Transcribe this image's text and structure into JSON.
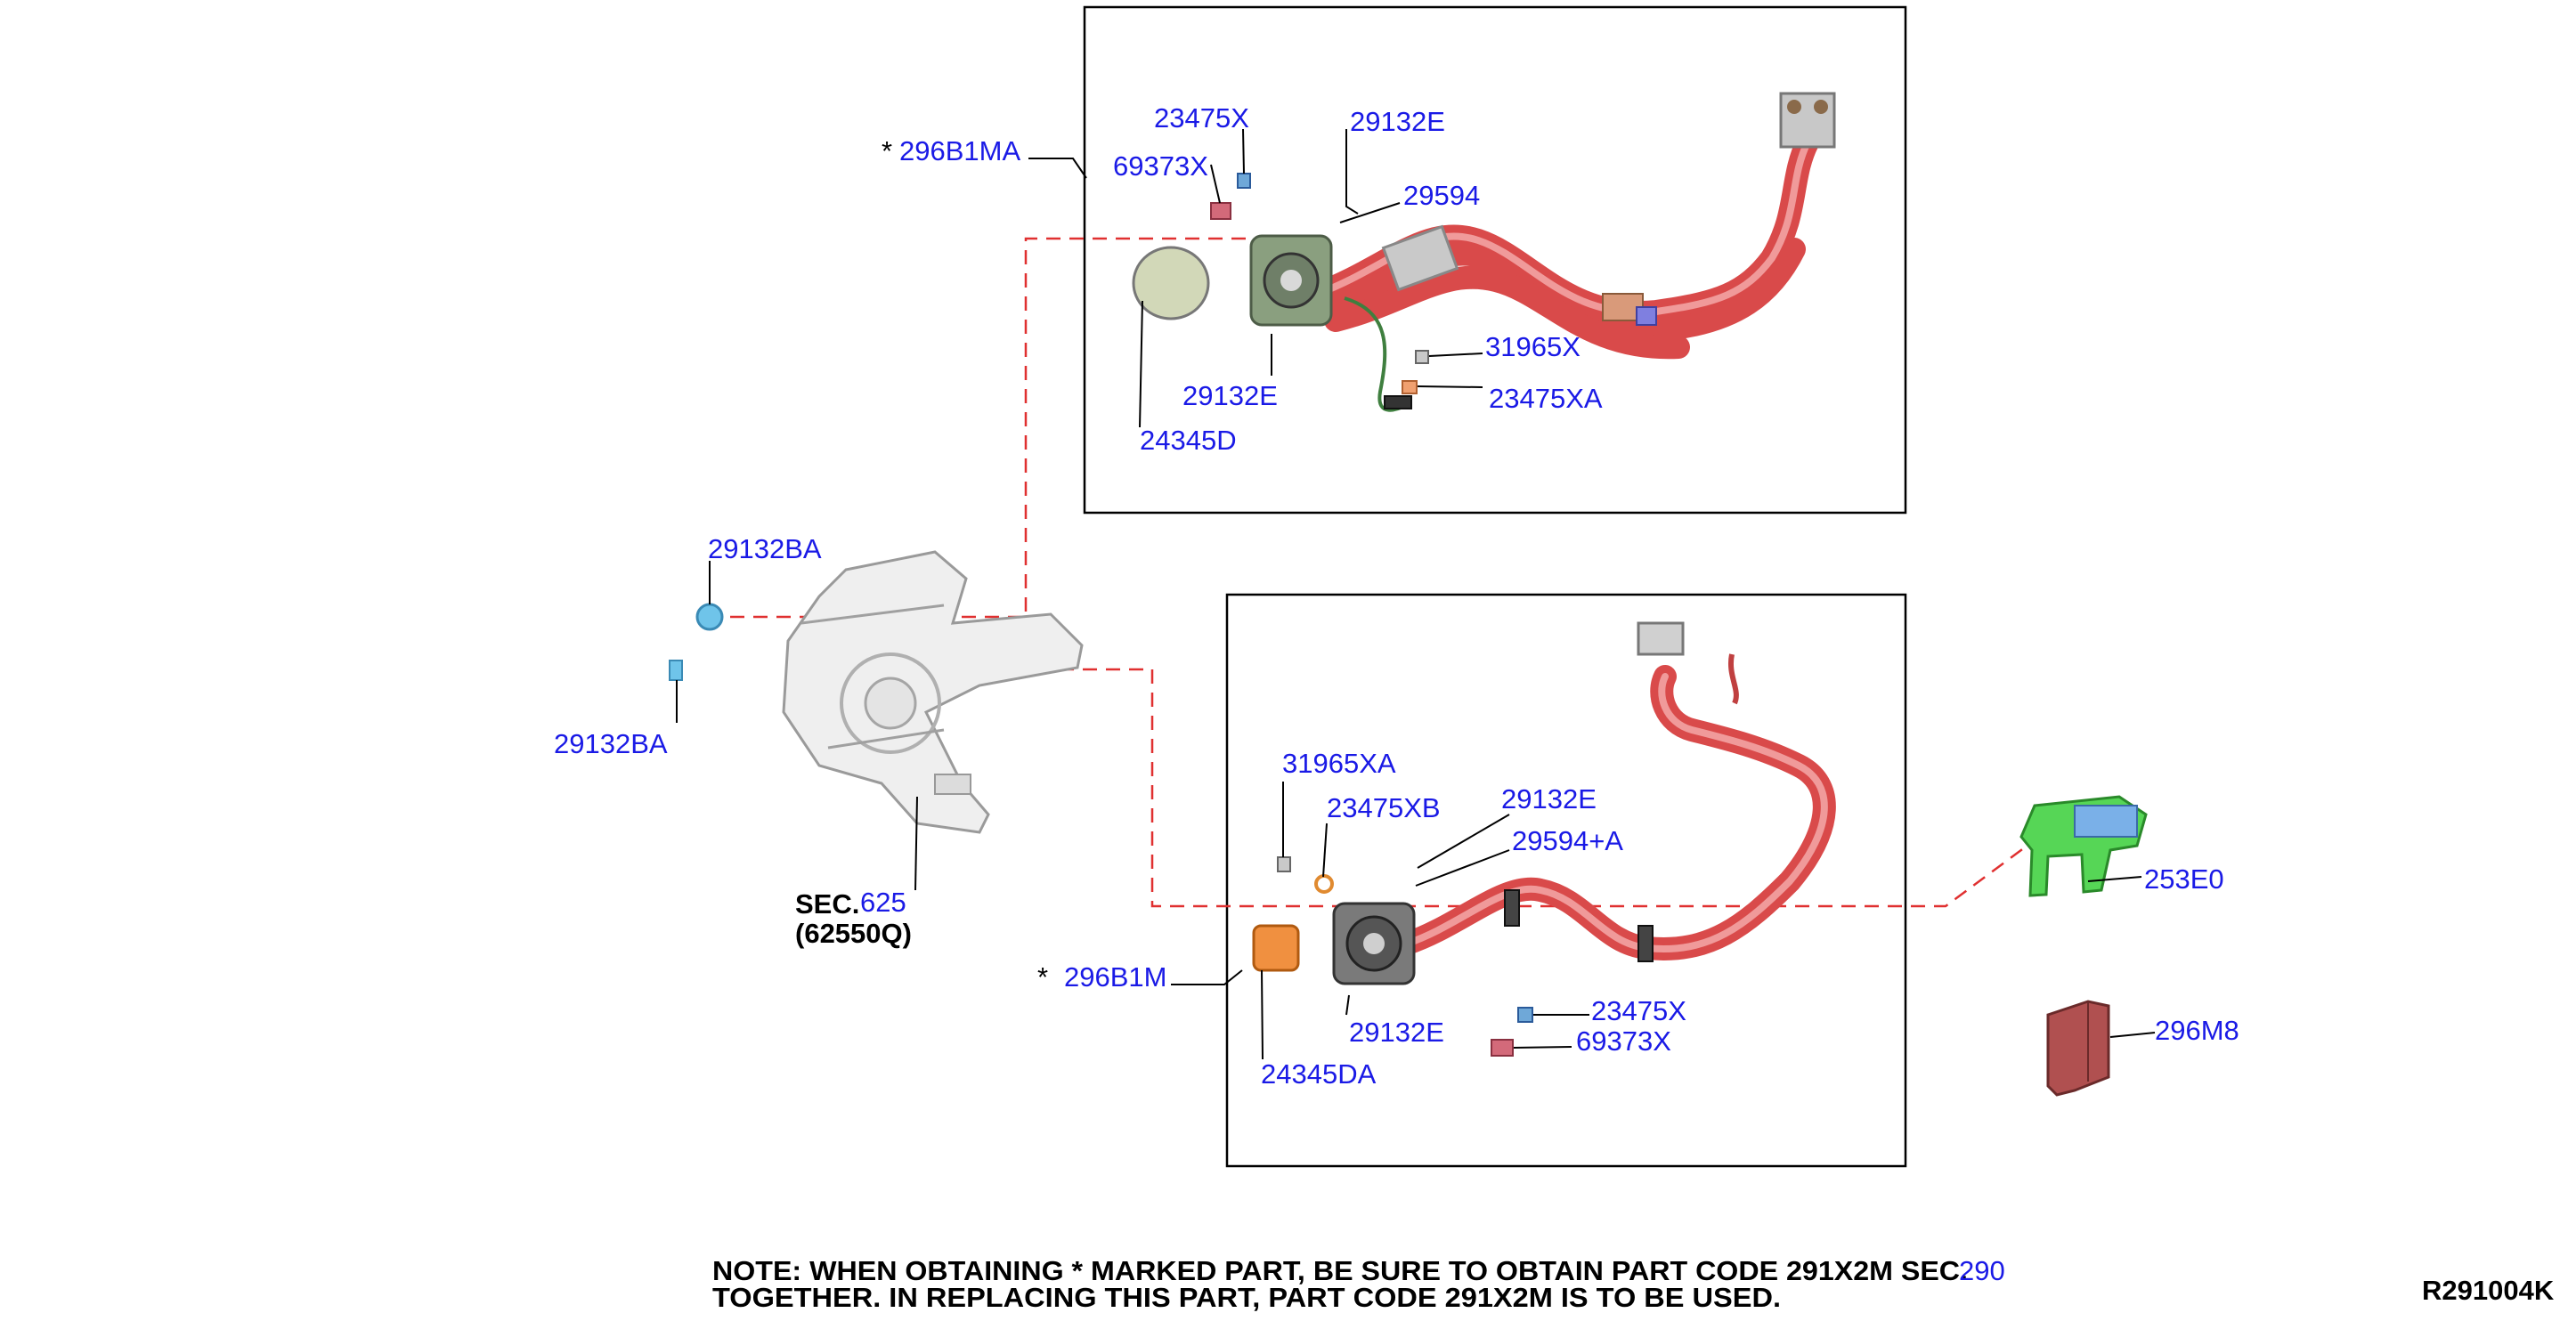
{
  "diagram_code": "R291004K",
  "note": {
    "line1": "NOTE: WHEN OBTAINING * MARKED PART, BE SURE TO OBTAIN PART CODE 291X2M SEC.",
    "line2": "TOGETHER. IN REPLACING THIS PART, PART CODE 291X2M IS TO BE USED.",
    "sec_ref": "290"
  },
  "sec_callout": {
    "prefix": "SEC.",
    "number": "625",
    "part": "(62550Q)"
  },
  "asterisk": "*",
  "upper_assembly": {
    "part": "296B1MA",
    "labels": {
      "a": "23475X",
      "b": "69373X",
      "c": "29132E",
      "d": "29594",
      "e": "31965X",
      "f": "23475XA",
      "g": "29132E",
      "h": "24345D"
    }
  },
  "lower_assembly": {
    "part": "296B1M",
    "labels": {
      "a": "31965XA",
      "b": "23475XB",
      "c": "29132E",
      "d": "29594+A",
      "e": "29132E",
      "f": "23475X",
      "g": "69373X",
      "h": "24345DA"
    }
  },
  "bracket_labels": {
    "top": "29132BA",
    "bottom": "29132BA"
  },
  "side_parts": {
    "relay": "253E0",
    "cover": "296M8"
  },
  "colors": {
    "label_blue": "#1a1ae6",
    "leader_red": "#e03030",
    "cable_red": "#d94a4a",
    "relay_green": "#3fcf3f",
    "cover_brown": "#b05050"
  }
}
